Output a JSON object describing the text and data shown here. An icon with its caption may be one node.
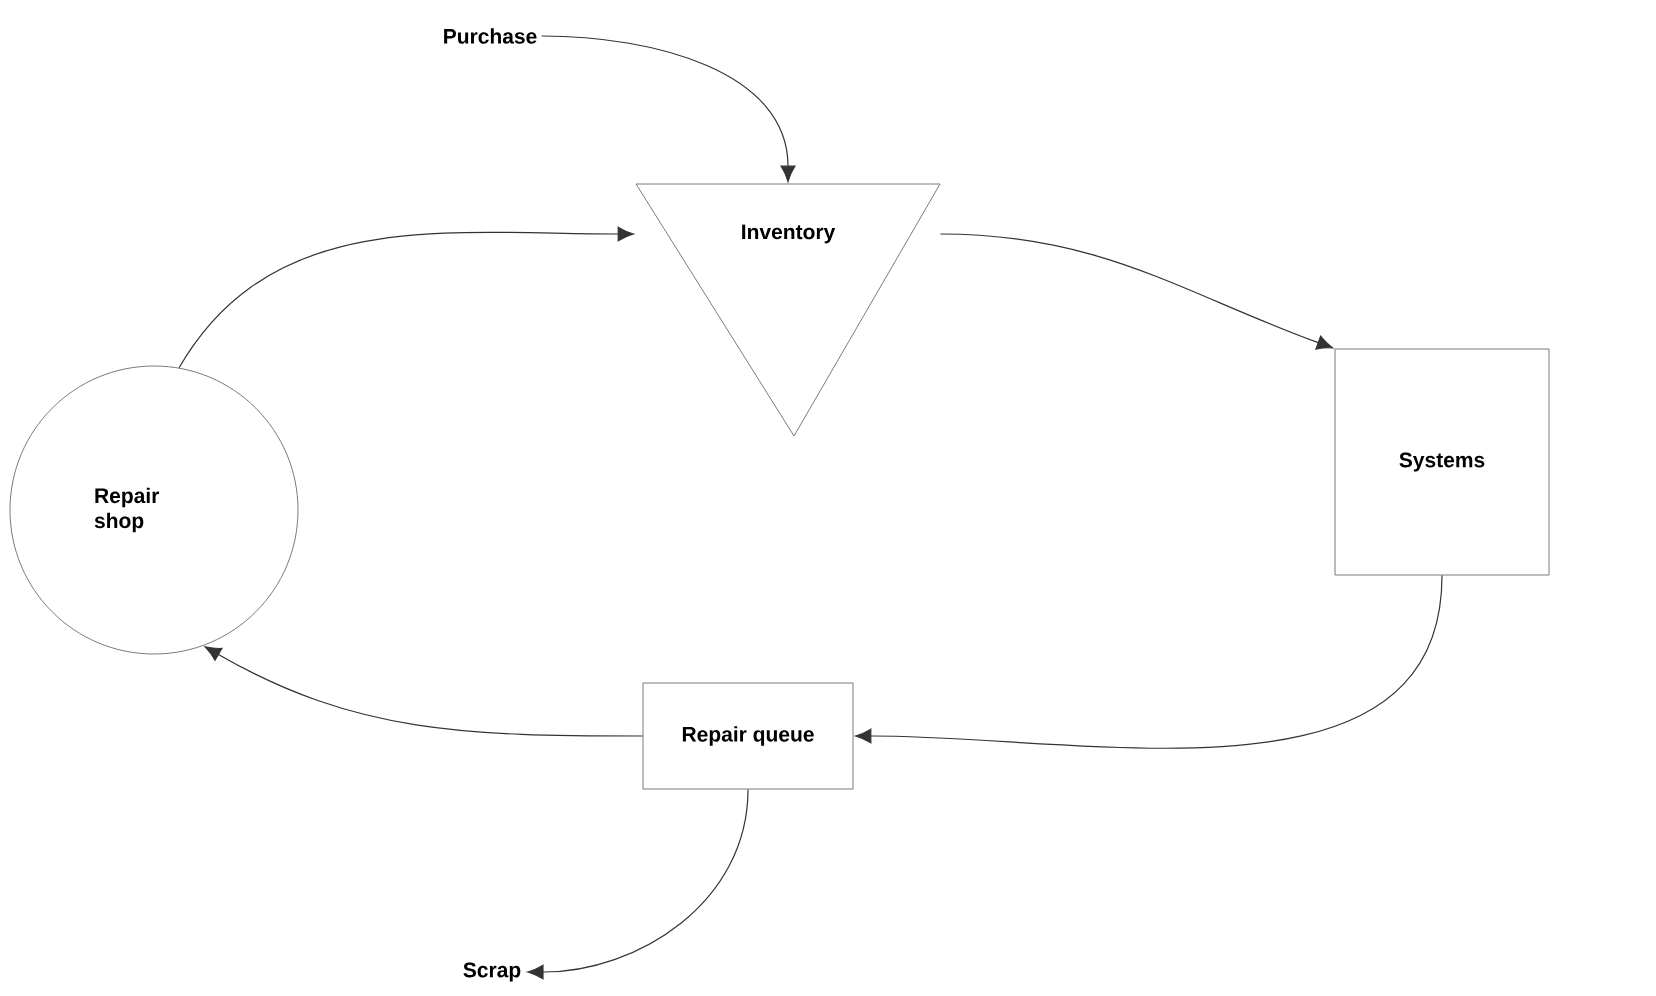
{
  "diagram": {
    "nodes": [
      {
        "text": [
          "Purchase"
        ]
      },
      {
        "text": [
          "Inventory"
        ]
      },
      {
        "text": [
          "Systems"
        ]
      },
      {
        "text": [
          "Repair queue"
        ]
      },
      {
        "text": [
          "Repair shop"
        ]
      },
      {
        "text": [
          "Scrap"
        ]
      }
    ],
    "edges": [
      {
        "from": 0,
        "to": 1,
        "arrow": "to"
      },
      {
        "from": 1,
        "to": 2,
        "arrow": "to"
      },
      {
        "from": 2,
        "to": 3,
        "arrow": "to"
      },
      {
        "from": 3,
        "to": 4,
        "arrow": "to"
      },
      {
        "from": 4,
        "to": 1,
        "arrow": "to"
      },
      {
        "from": 3,
        "to": 5,
        "arrow": "to"
      }
    ]
  }
}
